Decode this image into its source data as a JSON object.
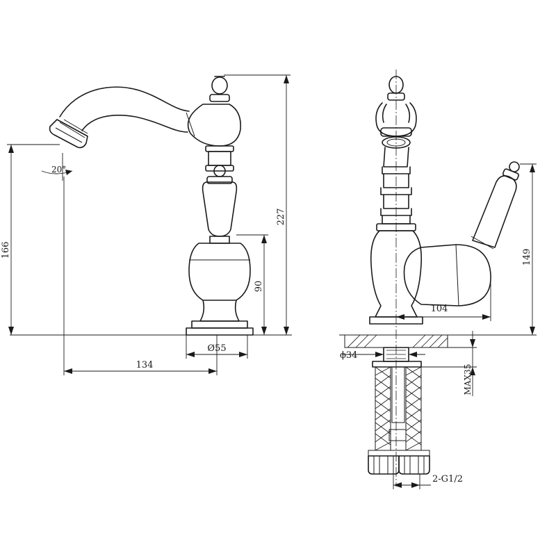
{
  "dimensions": {
    "total_height": "227",
    "spout_height": "166",
    "body_height": "90",
    "base_diameter": "Ø55",
    "spout_reach": "134",
    "swivel_angle": "20°",
    "side_height": "149",
    "handle_reach": "104",
    "hole_diameter": "ϕ34",
    "max_deck": "MAX35",
    "connection": "2-G1/2"
  }
}
